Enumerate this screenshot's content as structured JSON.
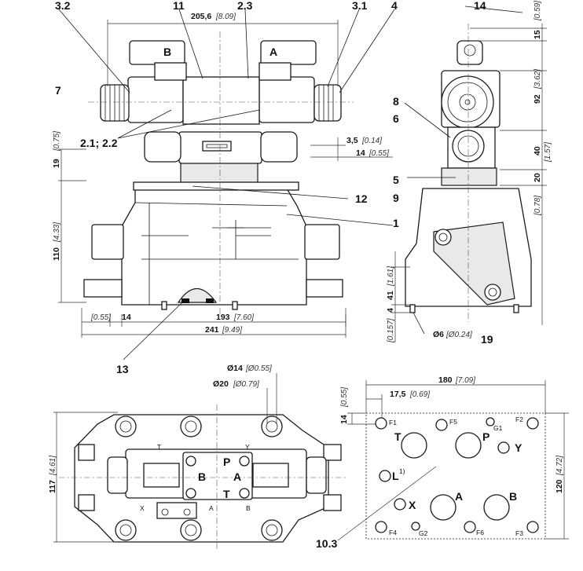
{
  "callouts": {
    "c32": "3.2",
    "c11": "11",
    "c23": "2.3",
    "c31": "3.1",
    "c4": "4",
    "c14": "14",
    "c7": "7",
    "c8": "8",
    "c6": "6",
    "c21": "2.1; 2.2",
    "c5": "5",
    "c9": "9",
    "c12": "12",
    "c1": "1",
    "c13": "13",
    "c19": "19",
    "c103": "10.3"
  },
  "dims": {
    "d2056": "205,6",
    "d2056i": "[8.09]",
    "d15": "15",
    "d15i": "[0.59]",
    "d92": "92",
    "d92i": "[3.62]",
    "d40": "40",
    "d40i": "[1.57]",
    "d20": "20",
    "d20i": "[0.78]",
    "d19": "19",
    "d19i": "[0.75]",
    "d35": "3,5",
    "d35i": "[0.14]",
    "d14b": "14",
    "d14bi": "[0.55]",
    "d110": "110",
    "d110i": "[4.33]",
    "d055": "[0.55]",
    "d14c": "14",
    "d193": "193",
    "d193i": "[7.60]",
    "d241": "241",
    "d241i": "[9.49]",
    "d41": "41",
    "d41i": "[1.61]",
    "d4": "4",
    "d4i": "[0.157]",
    "dphi6": "Ø6",
    "dphi6i": "[Ø0.24]",
    "dphi14": "Ø14",
    "dphi14i": "[Ø0.55]",
    "dphi20": "Ø20",
    "dphi20i": "[Ø0.79]",
    "d117": "117",
    "d117i": "[4.61]",
    "d180": "180",
    "d180i": "[7.09]",
    "d175": "17,5",
    "d175i": "[0.69]",
    "d055b": "[0.55]",
    "d14d": "14",
    "d120": "120",
    "d120i": "[4.72]"
  },
  "ports": {
    "solA": "A",
    "solB": "B",
    "plateP": "P",
    "plateA": "A",
    "plateB": "B",
    "plateT": "T",
    "ttop": "T",
    "ytop": "Y",
    "xbot": "X",
    "abot": "A",
    "bbot": "B",
    "f1": "F1",
    "f2": "F2",
    "f3": "F3",
    "f4": "F4",
    "f5": "F5",
    "f6": "F6",
    "g1": "G1",
    "g2": "G2",
    "pT": "T",
    "pP": "P",
    "pY": "Y",
    "pL": "L",
    "pLsup": "1)",
    "pX": "X",
    "pA": "A",
    "pB": "B"
  }
}
